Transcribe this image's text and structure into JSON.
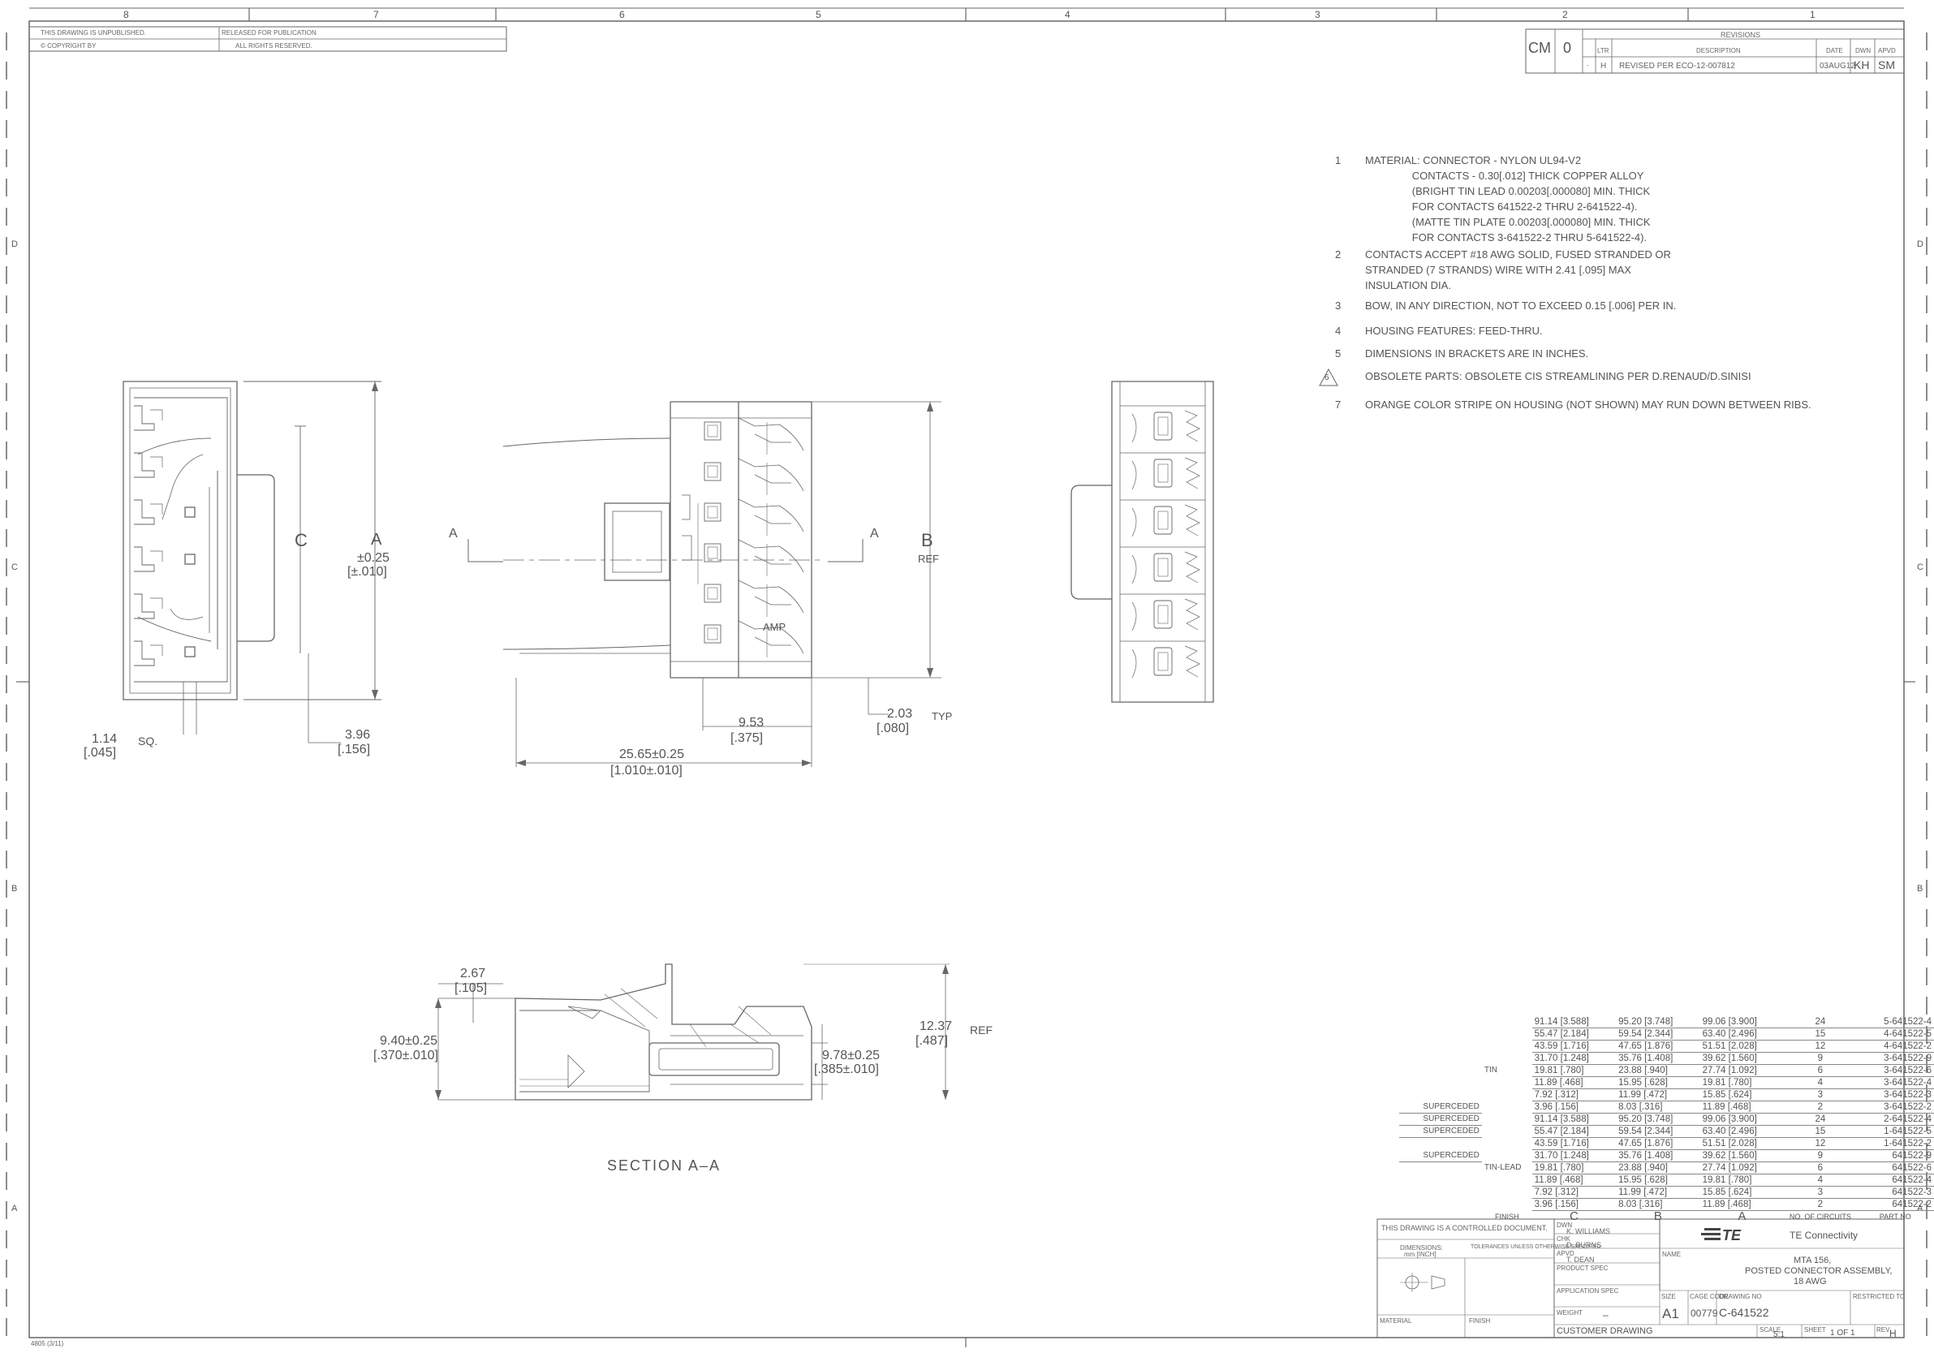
{
  "frame": {
    "zones_top": [
      "8",
      "7",
      "6",
      "5",
      "4",
      "3",
      "2",
      "1"
    ],
    "zones_side": [
      "D",
      "C",
      "B",
      "A"
    ]
  },
  "header": {
    "cell1": "THIS DRAWING IS UNPUBLISHED.",
    "cell2": "RELEASED FOR PUBLICATION",
    "cell3": "© COPYRIGHT BY",
    "cell4": "ALL RIGHTS RESERVED.",
    "dist": "CM",
    "lang": "0"
  },
  "revisions": {
    "title": "REVISIONS",
    "headers": [
      "LTR",
      "DESCRIPTION",
      "DATE",
      "DWN",
      "APVD"
    ],
    "row": {
      "zone": "-",
      "ltr": "H",
      "desc": "REVISED PER ECO-12-007812",
      "date": "03AUG12",
      "dwn": "KH",
      "apvd": "SM"
    }
  },
  "notes": [
    {
      "num": "1",
      "text": "MATERIAL: CONNECTOR - NYLON UL94-V2\n                CONTACTS - 0.30[.012] THICK COPPER ALLOY\n                (BRIGHT TIN LEAD 0.00203[.000080] MIN. THICK\n                FOR CONTACTS 641522-2 THRU 2-641522-4).\n                (MATTE TIN PLATE 0.00203[.000080] MIN. THICK\n                FOR CONTACTS 3-641522-2 THRU 5-641522-4)."
    },
    {
      "num": "2",
      "text": "CONTACTS ACCEPT #18 AWG SOLID, FUSED STRANDED OR\nSTRANDED (7 STRANDS) WIRE WITH 2.41 [.095] MAX\nINSULATION DIA."
    },
    {
      "num": "3",
      "text": "BOW, IN ANY DIRECTION, NOT TO EXCEED 0.15 [.006] PER IN."
    },
    {
      "num": "4",
      "text": "HOUSING FEATURES: FEED-THRU."
    },
    {
      "num": "5",
      "text": "DIMENSIONS IN BRACKETS ARE IN INCHES."
    },
    {
      "num": "6",
      "text": "OBSOLETE PARTS: OBSOLETE CIS STREAMLINING PER D.RENAUD/D.SINISI"
    },
    {
      "num": "7",
      "text": "ORANGE COLOR STRIPE ON HOUSING (NOT SHOWN) MAY RUN DOWN BETWEEN RIBS."
    }
  ],
  "dims": {
    "c_label": "C",
    "a_label": "A",
    "a_tol": "±0.25",
    "a_tol_in": "[±.010]",
    "sq_mm": "1.14",
    "sq_word": "SQ.",
    "sq_in": "[.045]",
    "pitch_mm": "3.96",
    "pitch_in": "[.156]",
    "sec_a_left": "A",
    "sec_a_right": "A",
    "b_label": "B",
    "b_ref": "REF",
    "d953_mm": "9.53",
    "d953_in": "[.375]",
    "d203_mm": "2.03",
    "d203_typ": "TYP",
    "d203_in": "[.080]",
    "len_mm": "25.65±0.25",
    "len_in": "[1.010±.010]",
    "amp_mark": "AMP",
    "d267_mm": "2.67",
    "d267_in": "[.105]",
    "d940_mm": "9.40±0.25",
    "d940_in": "[.370±.010]",
    "d978_mm": "9.78±0.25",
    "d978_in": "[.385±.010]",
    "d1237_mm": "12.37",
    "d1237_ref": "REF",
    "d1237_in": "[.487]",
    "section_title": "SECTION A–A"
  },
  "tab_table": {
    "rows": [
      {
        "side": "",
        "c": "91.14 [3.588]",
        "b": "95.20 [3.748]",
        "a": "99.06 [3.900]",
        "n": "24",
        "pn": "5-641522-4",
        "sup": ""
      },
      {
        "side": "",
        "c": "55.47 [2.184]",
        "b": "59.54 [2.344]",
        "a": "63.40 [2.496]",
        "n": "15",
        "pn": "4-641522-5",
        "sup": ""
      },
      {
        "side": "",
        "c": "43.59 [1.716]",
        "b": "47.65 [1.876]",
        "a": "51.51 [2.028]",
        "n": "12",
        "pn": "4-641522-2",
        "sup": ""
      },
      {
        "side": "",
        "c": "31.70 [1.248]",
        "b": "35.76 [1.408]",
        "a": "39.62 [1.560]",
        "n": "9",
        "pn": "3-641522-9",
        "sup": ""
      },
      {
        "side": "TIN",
        "c": "19.81 [.780]",
        "b": "23.88 [.940]",
        "a": "27.74 [1.092]",
        "n": "6",
        "pn": "3-641522-6",
        "sup": ""
      },
      {
        "side": "",
        "c": "11.89 [.468]",
        "b": "15.95 [.628]",
        "a": "19.81 [.780]",
        "n": "4",
        "pn": "3-641522-4",
        "sup": ""
      },
      {
        "side": "",
        "c": "7.92 [.312]",
        "b": "11.99 [.472]",
        "a": "15.85 [.624]",
        "n": "3",
        "pn": "3-641522-3",
        "sup": ""
      },
      {
        "side": "",
        "c": "3.96 [.156]",
        "b": "8.03 [.316]",
        "a": "11.89 [.468]",
        "n": "2",
        "pn": "3-641522-2",
        "sup": "SUPERCEDED"
      },
      {
        "side": "",
        "c": "91.14 [3.588]",
        "b": "95.20 [3.748]",
        "a": "99.06 [3.900]",
        "n": "24",
        "pn": "2-641522-4",
        "sup": "SUPERCEDED"
      },
      {
        "side": "",
        "c": "55.47 [2.184]",
        "b": "59.54 [2.344]",
        "a": "63.40 [2.496]",
        "n": "15",
        "pn": "1-641522-5",
        "sup": "SUPERCEDED"
      },
      {
        "side": "",
        "c": "43.59 [1.716]",
        "b": "47.65 [1.876]",
        "a": "51.51 [2.028]",
        "n": "12",
        "pn": "1-641522-2",
        "sup": ""
      },
      {
        "side": "",
        "c": "31.70 [1.248]",
        "b": "35.76 [1.408]",
        "a": "39.62 [1.560]",
        "n": "9",
        "pn": "641522-9",
        "sup": "SUPERCEDED"
      },
      {
        "side": "TIN-LEAD",
        "c": "19.81 [.780]",
        "b": "23.88 [.940]",
        "a": "27.74 [1.092]",
        "n": "6",
        "pn": "641522-6",
        "sup": ""
      },
      {
        "side": "",
        "c": "11.89 [.468]",
        "b": "15.95 [.628]",
        "a": "19.81 [.780]",
        "n": "4",
        "pn": "641522-4",
        "sup": ""
      },
      {
        "side": "",
        "c": "7.92 [.312]",
        "b": "11.99 [.472]",
        "a": "15.85 [.624]",
        "n": "3",
        "pn": "641522-3",
        "sup": ""
      },
      {
        "side": "",
        "c": "3.96 [.156]",
        "b": "8.03 [.316]",
        "a": "11.89 [.468]",
        "n": "2",
        "pn": "641522-2",
        "sup": ""
      }
    ],
    "footer": {
      "finish": "FINISH",
      "c": "C",
      "b": "B",
      "a": "A",
      "n": "NO. OF CIRCUITS",
      "pn": "PART NO"
    }
  },
  "title_block": {
    "controlled": "THIS DRAWING IS A CONTROLLED DOCUMENT.",
    "dwn_label": "DWN",
    "dwn_name": "K. WILLIAMS",
    "chk_label": "CHK",
    "chk_name": "D. BURNS",
    "appvd_label": "APVD",
    "appvd_name": "T. DEAN",
    "product_spec": "PRODUCT SPEC",
    "application_spec": "APPLICATION SPEC",
    "weight": "WEIGHT",
    "weight_val": "–",
    "dims_label": "DIMENSIONS:",
    "dims_unit": "mm [INCH]",
    "tolerances": "TOLERANCES UNLESS OTHERWISE SPECIFIED:",
    "material_label": "MATERIAL",
    "finish_label": "FINISH",
    "company": "TE Connectivity",
    "name_label": "NAME",
    "title_l1": "MTA 156,",
    "title_l2": "POSTED CONNECTOR ASSEMBLY,",
    "title_l3": "18 AWG",
    "size_label": "SIZE",
    "cage_label": "CAGE CODE",
    "dwg_label": "DRAWING NO",
    "restricted_label": "RESTRICTED TO",
    "size": "A1",
    "cage": "00779",
    "dwg_no": "C-641522",
    "customer": "CUSTOMER DRAWING",
    "scale_label": "SCALE",
    "scale": "5:1",
    "sheet_label": "SHEET",
    "sheet": "1 OF 1",
    "rev_label": "REV",
    "rev": "H",
    "form": "4805 (3/11)"
  },
  "colors": {
    "line": "#555555",
    "paper": "#ffffff"
  }
}
